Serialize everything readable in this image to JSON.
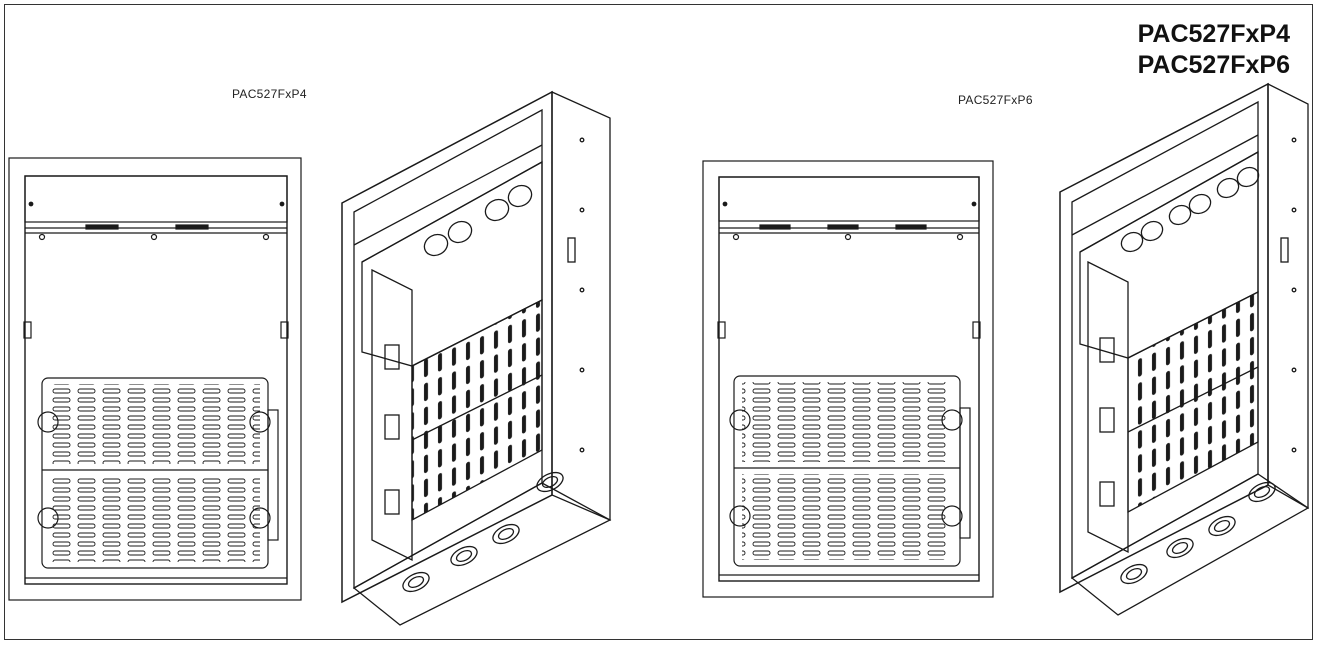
{
  "title_block": {
    "line1": "PAC527FxP4",
    "line2": "PAC527FxP6"
  },
  "views": [
    {
      "label": "PAC527FxP4",
      "outlets_on_front": 4
    },
    {
      "label": "PAC527FxP6",
      "outlets_on_front": 6
    }
  ],
  "colors": {
    "line": "#1a1a1a",
    "shade": "#9a9a9a",
    "paper": "#ffffff"
  }
}
